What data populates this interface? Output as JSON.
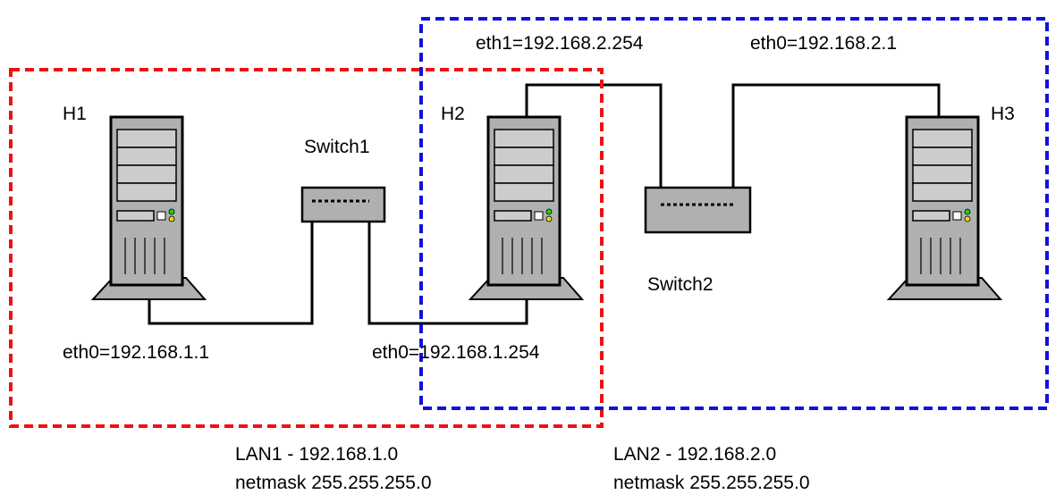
{
  "hosts": [
    {
      "id": "h1",
      "label": "H1"
    },
    {
      "id": "h2",
      "label": "H2"
    },
    {
      "id": "h3",
      "label": "H3"
    }
  ],
  "switches": [
    {
      "id": "switch1",
      "label": "Switch1"
    },
    {
      "id": "switch2",
      "label": "Switch2"
    }
  ],
  "interfaces": {
    "h1_eth0": "eth0=192.168.1.1",
    "h2_eth0": "eth0=192.168.1.254",
    "h2_eth1": "eth1=192.168.2.254",
    "h3_eth0": "eth0=192.168.2.1"
  },
  "lans": [
    {
      "id": "lan1",
      "name": "LAN1 - 192.168.1.0",
      "netmask": "netmask 255.255.255.0",
      "color": "#ee1111"
    },
    {
      "id": "lan2",
      "name": "LAN2 - 192.168.2.0",
      "netmask": "netmask 255.255.255.0",
      "color": "#1111dd"
    }
  ],
  "colors": {
    "server_body": "#b0b0b0",
    "server_bay": "#cccccc",
    "led_green": "#22cc22",
    "led_yellow": "#e6d81a"
  }
}
